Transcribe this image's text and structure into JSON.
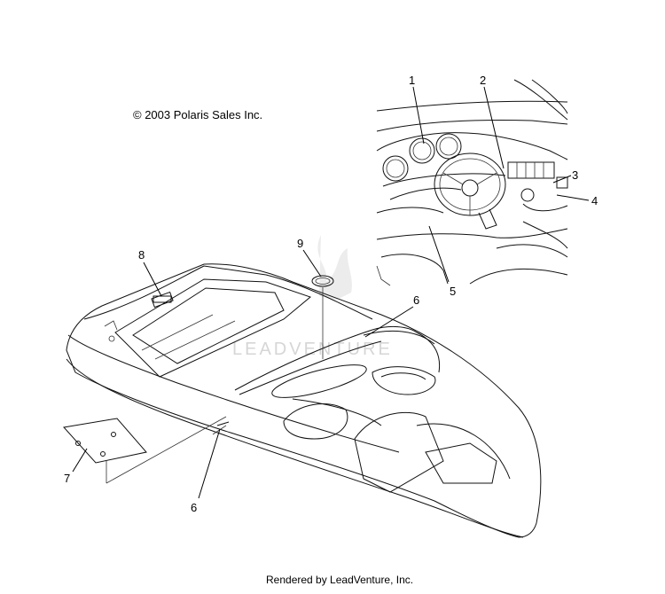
{
  "copyright": "© 2003 Polaris Sales Inc.",
  "footer": "Rendered by LeadVenture, Inc.",
  "watermark": "LEADVENTURE",
  "callouts": [
    "1",
    "2",
    "3",
    "4",
    "5",
    "6",
    "6",
    "7",
    "8",
    "9"
  ]
}
